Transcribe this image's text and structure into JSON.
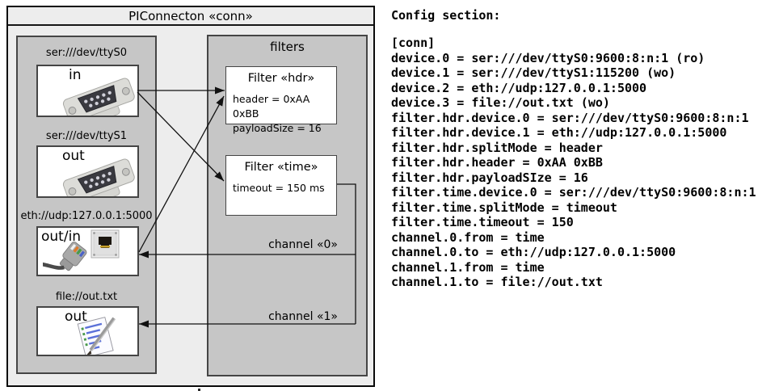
{
  "diagram": {
    "title": "PIConnecton «conn»",
    "devices_panel": {
      "devices": [
        {
          "label": "ser:///dev/ttyS0",
          "direction": "in"
        },
        {
          "label": "ser:///dev/ttyS1",
          "direction": "out"
        },
        {
          "label": "eth://udp:127.0.0.1:5000",
          "direction": "out/in"
        },
        {
          "label": "file://out.txt",
          "direction": "out"
        }
      ]
    },
    "filters_panel": {
      "label": "filters",
      "filters": [
        {
          "title": "Filter «hdr»",
          "properties": [
            "header = 0xAA 0xBB",
            "payloadSize = 16"
          ]
        },
        {
          "title": "Filter «time»",
          "properties": [
            "timeout = 150 ms"
          ]
        }
      ]
    },
    "channels": [
      {
        "label": "channel «0»"
      },
      {
        "label": "channel «1»"
      }
    ]
  },
  "config": {
    "heading": "Config section:",
    "lines": [
      "[conn]",
      "device.0 = ser:///dev/ttyS0:9600:8:n:1 (ro)",
      "device.1 = ser:///dev/ttyS1:115200 (wo)",
      "device.2 = eth://udp:127.0.0.1:5000",
      "device.3 = file://out.txt (wo)",
      "filter.hdr.device.0 = ser:///dev/ttyS0:9600:8:n:1",
      "filter.hdr.device.1 = eth://udp:127.0.0.1:5000",
      "filter.hdr.splitMode = header",
      "filter.hdr.header = 0xAA 0xBB",
      "filter.hdr.payloadSIze = 16",
      "filter.time.device.0 = ser:///dev/ttyS0:9600:8:n:1",
      "filter.time.splitMode = timeout",
      "filter.time.timeout = 150",
      "channel.0.from = time",
      "channel.0.to = eth://udp:127.0.0.1:5000",
      "channel.1.from = time",
      "channel.1.to = file://out.txt"
    ]
  },
  "colors": {
    "outer_fill": "#ededed",
    "panel_fill": "#c6c6c6",
    "box_fill": "#ffffff",
    "border_dark": "#0a0a0a",
    "border_mid": "#454545",
    "wire": "#111111"
  }
}
